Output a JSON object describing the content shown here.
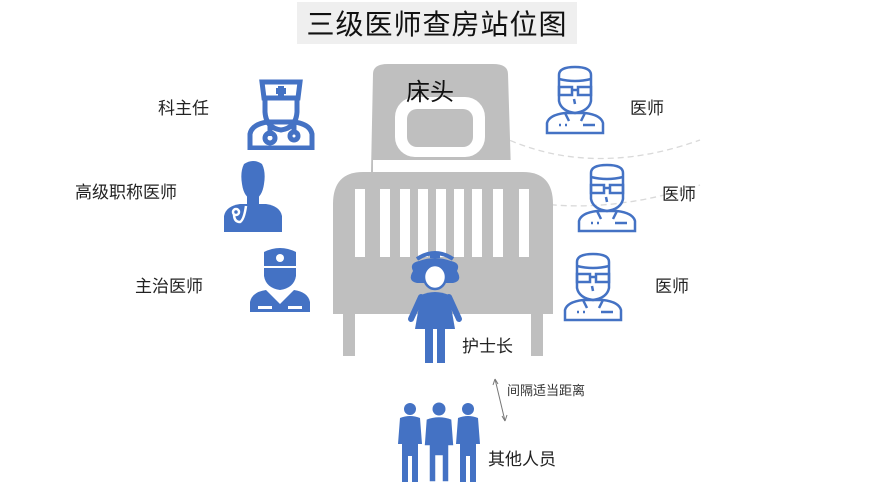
{
  "title": "三级医师查房站位图",
  "colors": {
    "icon_blue": "#4472C4",
    "bed_gray": "#BFBFBF",
    "title_bg": "#EFEFEF",
    "dash_line": "#D9D9D9"
  },
  "bed": {
    "label": "床头",
    "icon": "hospital-bed-icon"
  },
  "left_roles": [
    {
      "label": "科主任",
      "icon": "doctor-with-cap-stethoscope-icon"
    },
    {
      "label": "高级职称医师",
      "icon": "doctor-stethoscope-silhouette-icon"
    },
    {
      "label": "主治医师",
      "icon": "doctor-with-cap-silhouette-icon"
    }
  ],
  "right_roles": [
    {
      "label": "医师",
      "icon": "doctor-glasses-outline-icon"
    },
    {
      "label": "医师",
      "icon": "doctor-glasses-outline-icon"
    },
    {
      "label": "医师",
      "icon": "doctor-glasses-outline-icon"
    }
  ],
  "head_nurse": {
    "label": "护士长",
    "icon": "nurse-icon"
  },
  "spacing_note": "间隔适当距离",
  "others": {
    "label": "其他人员",
    "icon": "group-of-people-icon"
  }
}
